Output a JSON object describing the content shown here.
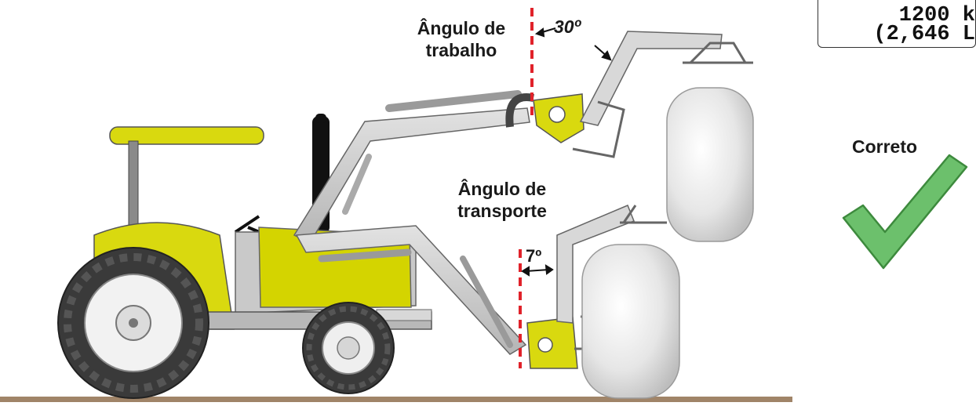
{
  "labels": {
    "working_angle_line1": "Ângulo de",
    "working_angle_line2": "trabalho",
    "working_angle_value": "30º",
    "transport_angle_line1": "Ângulo de",
    "transport_angle_line2": "transporte",
    "transport_angle_value": "7º",
    "status": "Correto"
  },
  "weight_box": {
    "line1": "1200 k",
    "line2": "(2,646 L"
  },
  "colors": {
    "tractor_yellow": "#d9d90f",
    "frame_gray": "#c9c9c9",
    "tire_dark": "#3a3a3a",
    "bale_white": "#e8e8e8",
    "reference_line_red": "#e0222a",
    "check_green": "#6cc06c",
    "ground": "#a08468"
  },
  "icons": {
    "status": "checkmark-icon"
  }
}
